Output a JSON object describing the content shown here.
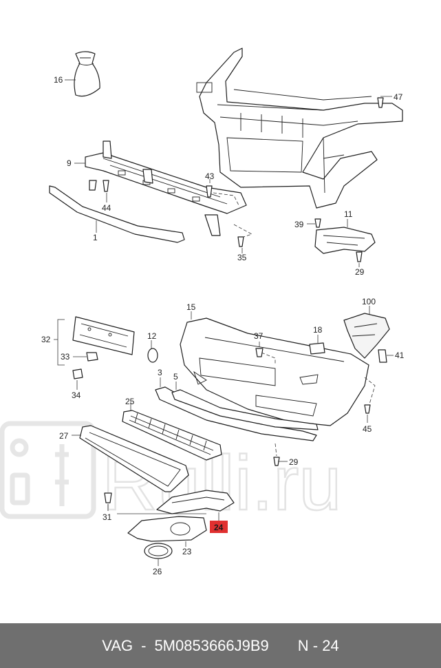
{
  "watermark": {
    "text": "Rulli.ru"
  },
  "callouts": {
    "c16": "16",
    "c47": "47",
    "c9": "9",
    "c44": "44",
    "c43": "43",
    "c1": "1",
    "c35": "35",
    "c11": "11",
    "c39": "39",
    "c29a": "29",
    "c15": "15",
    "c100": "100",
    "c12": "12",
    "c37": "37",
    "c18": "18",
    "c32": "32",
    "c33": "33",
    "c34": "34",
    "c41": "41",
    "c3": "3",
    "c5": "5",
    "c25": "25",
    "c27": "27",
    "c45": "45",
    "c29b": "29",
    "c31": "31",
    "c24": "24",
    "c23": "23",
    "c26": "26"
  },
  "highlight": {
    "color": "#e03030"
  },
  "footer": {
    "brand": "VAG",
    "separator": "-",
    "part_number": "5M0853666J9B9",
    "position": "N - 24"
  }
}
